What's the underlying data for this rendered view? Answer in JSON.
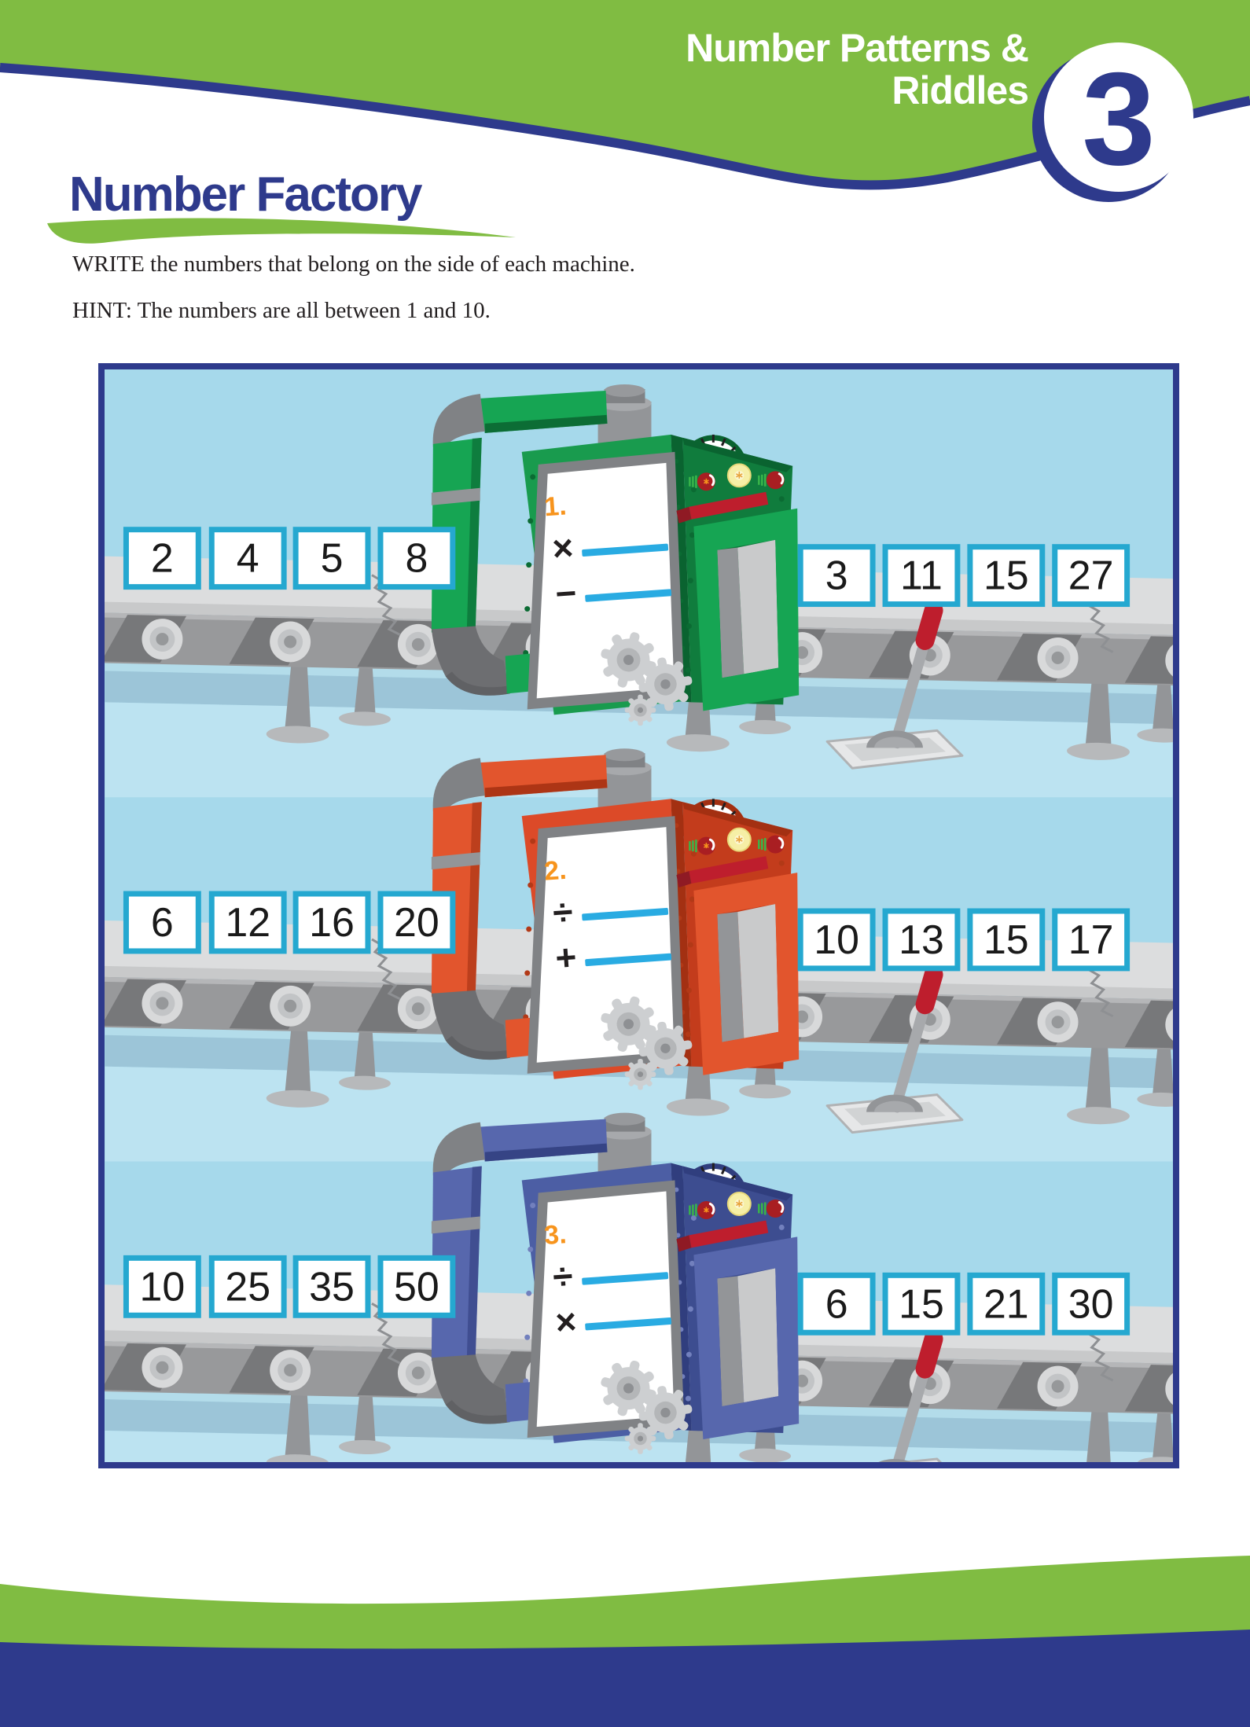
{
  "header": {
    "chapter_title_line1": "Number Patterns &",
    "chapter_title_line2": "Riddles",
    "chapter_number": "3"
  },
  "title": "Number Factory",
  "instructions": {
    "write": "WRITE the numbers that belong on the side of each machine.",
    "hint": "HINT: The numbers are all between 1 and 10."
  },
  "machines": [
    {
      "color": "green",
      "label": "1.",
      "op1": "×",
      "op2": "−",
      "inputs": [
        "2",
        "4",
        "5",
        "8"
      ],
      "outputs": [
        "3",
        "11",
        "15",
        "27"
      ]
    },
    {
      "color": "red",
      "label": "2.",
      "op1": "÷",
      "op2": "+",
      "inputs": [
        "6",
        "12",
        "16",
        "20"
      ],
      "outputs": [
        "10",
        "13",
        "15",
        "17"
      ]
    },
    {
      "color": "blue",
      "label": "3.",
      "op1": "÷",
      "op2": "×",
      "inputs": [
        "10",
        "25",
        "35",
        "50"
      ],
      "outputs": [
        "6",
        "15",
        "21",
        "30"
      ]
    }
  ],
  "colors": {
    "header_green": "#80BC42",
    "navy": "#2E3A8C",
    "sky_blue": "#A6D9EB",
    "box_border_cyan": "#25A8D0",
    "blank_line_cyan": "#29ABE2",
    "label_orange": "#F7941D",
    "lever_red": "#BE1E2D",
    "machine_green": "#199B4E",
    "machine_red": "#DC4A28",
    "machine_blue": "#4C5EA4"
  }
}
